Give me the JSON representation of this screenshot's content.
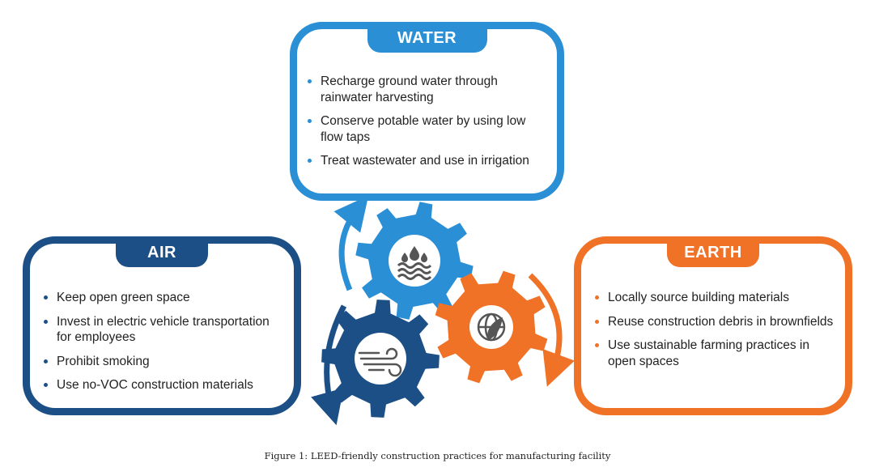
{
  "water": {
    "title": "WATER",
    "items": [
      "Recharge ground water through rainwater harvesting",
      "Conserve potable water by using low flow taps",
      "Treat wastewater and use in irrigation"
    ],
    "color": "#2b8fd6",
    "icon": "water-drops-waves-icon"
  },
  "air": {
    "title": "AIR",
    "items": [
      "Keep open green space",
      "Invest in electric vehicle transportation for employees",
      "Prohibit smoking",
      "Use no-VOC construction materials"
    ],
    "color": "#1c4f86",
    "icon": "wind-icon"
  },
  "earth": {
    "title": "EARTH",
    "items": [
      "Locally source building materials",
      "Reuse construction debris in brownfields",
      "Use sustainable farming practices in open spaces"
    ],
    "color": "#f07226",
    "icon": "globe-leaf-icon"
  },
  "caption": "Figure 1: LEED-friendly construction practices for manufacturing facility"
}
